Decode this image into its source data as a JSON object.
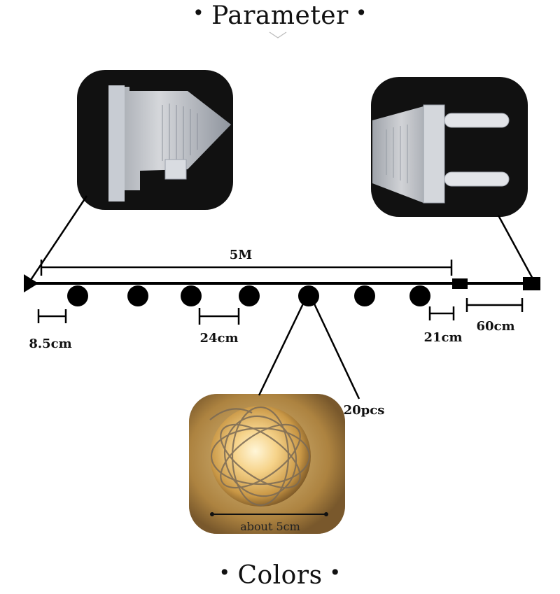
{
  "headings": {
    "top": "Parameter",
    "bottom": "Colors",
    "bullet": "•"
  },
  "labels": {
    "length_total": "5M",
    "first_gap": "8.5cm",
    "spacing": "24cm",
    "tail_gap": "21cm",
    "lead_length": "60cm",
    "count": "20pcs",
    "ball_size": "about 5cm"
  },
  "icons": {
    "left_photo": "female-connector-plug-photo",
    "right_photo": "eu-two-pin-plug-photo",
    "bottom_photo": "rattan-ball-light-photo"
  },
  "colors": {
    "line": "#000000",
    "photo_dark": "#111111",
    "plug_plastic": "#c9cdd4",
    "ball_glow": "#f3c977"
  }
}
